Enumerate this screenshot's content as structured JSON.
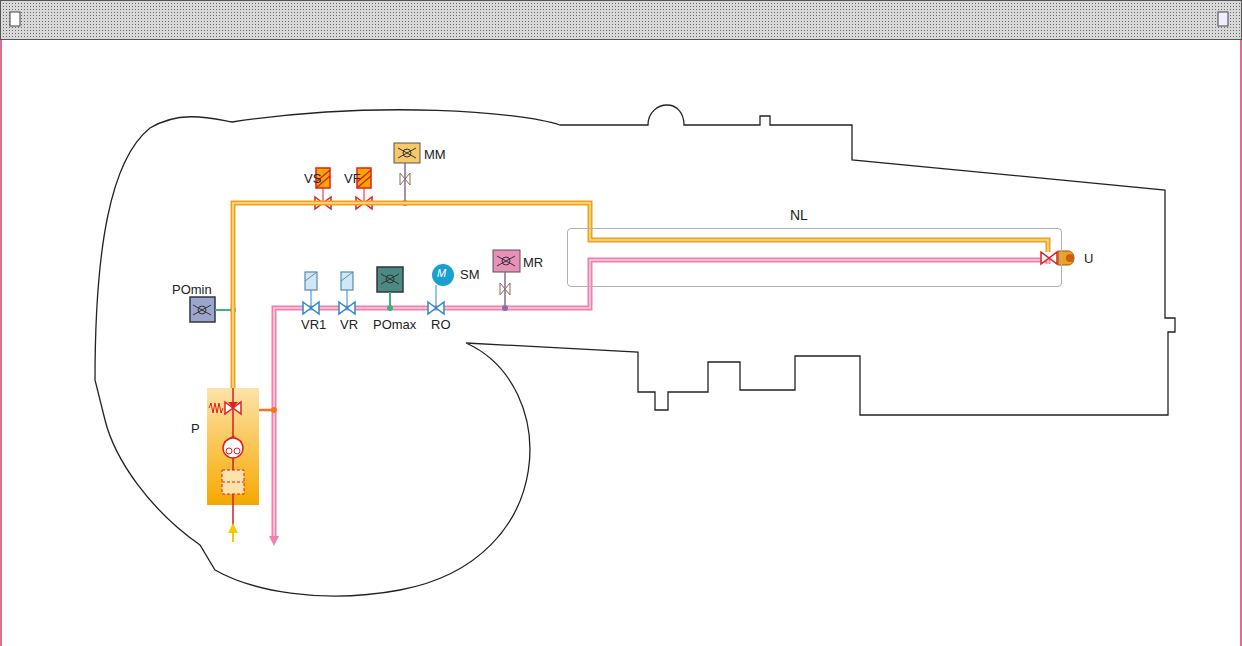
{
  "diagram": {
    "nodes": [
      {
        "text": [
          "NL"
        ]
      },
      {
        "text": [
          "P"
        ]
      },
      {
        "text": [
          "M",
          "SM"
        ]
      }
    ],
    "edges": [
      {
        "from": 1,
        "to": 0,
        "arrow": "none"
      }
    ],
    "labels": [
      "MM",
      "VS",
      "VF",
      "POmin",
      "VR1",
      "VR",
      "POmax",
      "RO",
      "MR",
      "U"
    ]
  }
}
